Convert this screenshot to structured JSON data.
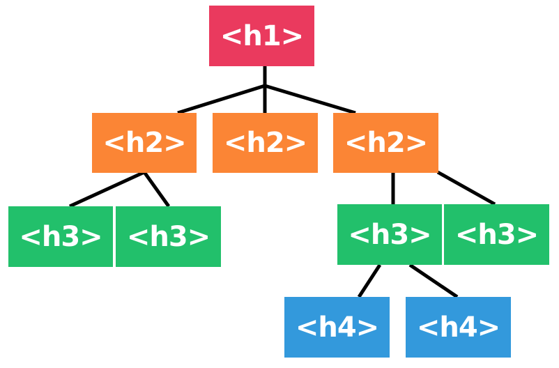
{
  "colors": {
    "h1": "#ea3a5e",
    "h2": "#fb8535",
    "h3": "#22c06b",
    "h4": "#3399dc",
    "connector": "#000000",
    "text": "#ffffff"
  },
  "nodes": {
    "h1": {
      "label": "<h1>"
    },
    "h2_left": {
      "label": "<h2>"
    },
    "h2_middle": {
      "label": "<h2>"
    },
    "h2_right": {
      "label": "<h2>"
    },
    "h3_left_a": {
      "label": "<h3>"
    },
    "h3_left_b": {
      "label": "<h3>"
    },
    "h3_right_a": {
      "label": "<h3>"
    },
    "h3_right_b": {
      "label": "<h3>"
    },
    "h4_a": {
      "label": "<h4>"
    },
    "h4_b": {
      "label": "<h4>"
    }
  }
}
